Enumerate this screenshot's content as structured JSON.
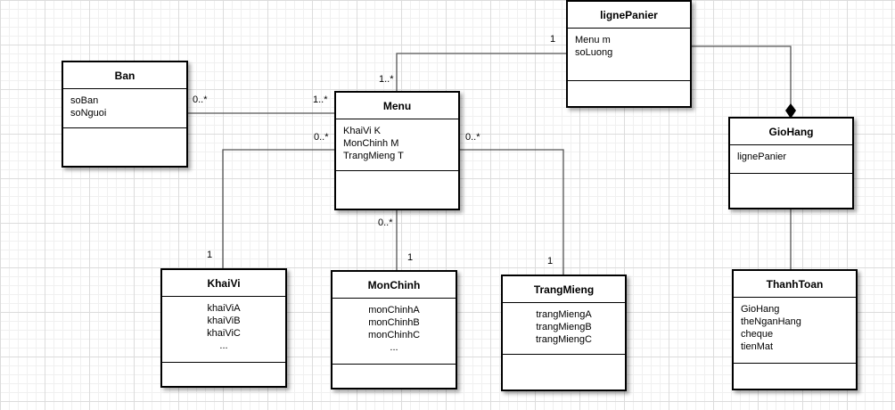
{
  "classes": {
    "lignePanier": {
      "name": "lignePanier",
      "attributes": [
        "Menu m",
        "soLuong"
      ]
    },
    "ban": {
      "name": "Ban",
      "attributes": [
        "soBan",
        "soNguoi"
      ]
    },
    "menu": {
      "name": "Menu",
      "attributes": [
        "KhaiVi K",
        "MonChinh M",
        "TrangMieng T"
      ]
    },
    "gioHang": {
      "name": "GioHang",
      "attributes": [
        "lignePanier"
      ]
    },
    "khaiVi": {
      "name": "KhaiVi",
      "attributes": [
        "khaiViA",
        "khaiViB",
        "khaiViC",
        "..."
      ]
    },
    "monChinh": {
      "name": "MonChinh",
      "attributes": [
        "monChinhA",
        "monChinhB",
        "monChinhC",
        "..."
      ]
    },
    "trangMieng": {
      "name": "TrangMieng",
      "attributes": [
        "trangMiengA",
        "trangMiengB",
        "trangMiengC"
      ]
    },
    "thanhToan": {
      "name": "ThanhToan",
      "attributes": [
        "GioHang",
        "theNganHang",
        "cheque",
        "tienMat"
      ]
    }
  },
  "multiplicities": {
    "lignePanier_to_menu_top": "1",
    "lignePanier_to_menu_bottom": "1..*",
    "ban_to_menu_left": "0..*",
    "ban_to_menu_right": "1..*",
    "menu_khaivi_menu": "0..*",
    "menu_khaivi_khaivi": "1",
    "menu_monchinh_menu": "0..*",
    "menu_monchinh_monchinh": "1",
    "menu_trangmieng_menu": "0..*",
    "menu_trangmieng_trangmieng": "1"
  }
}
